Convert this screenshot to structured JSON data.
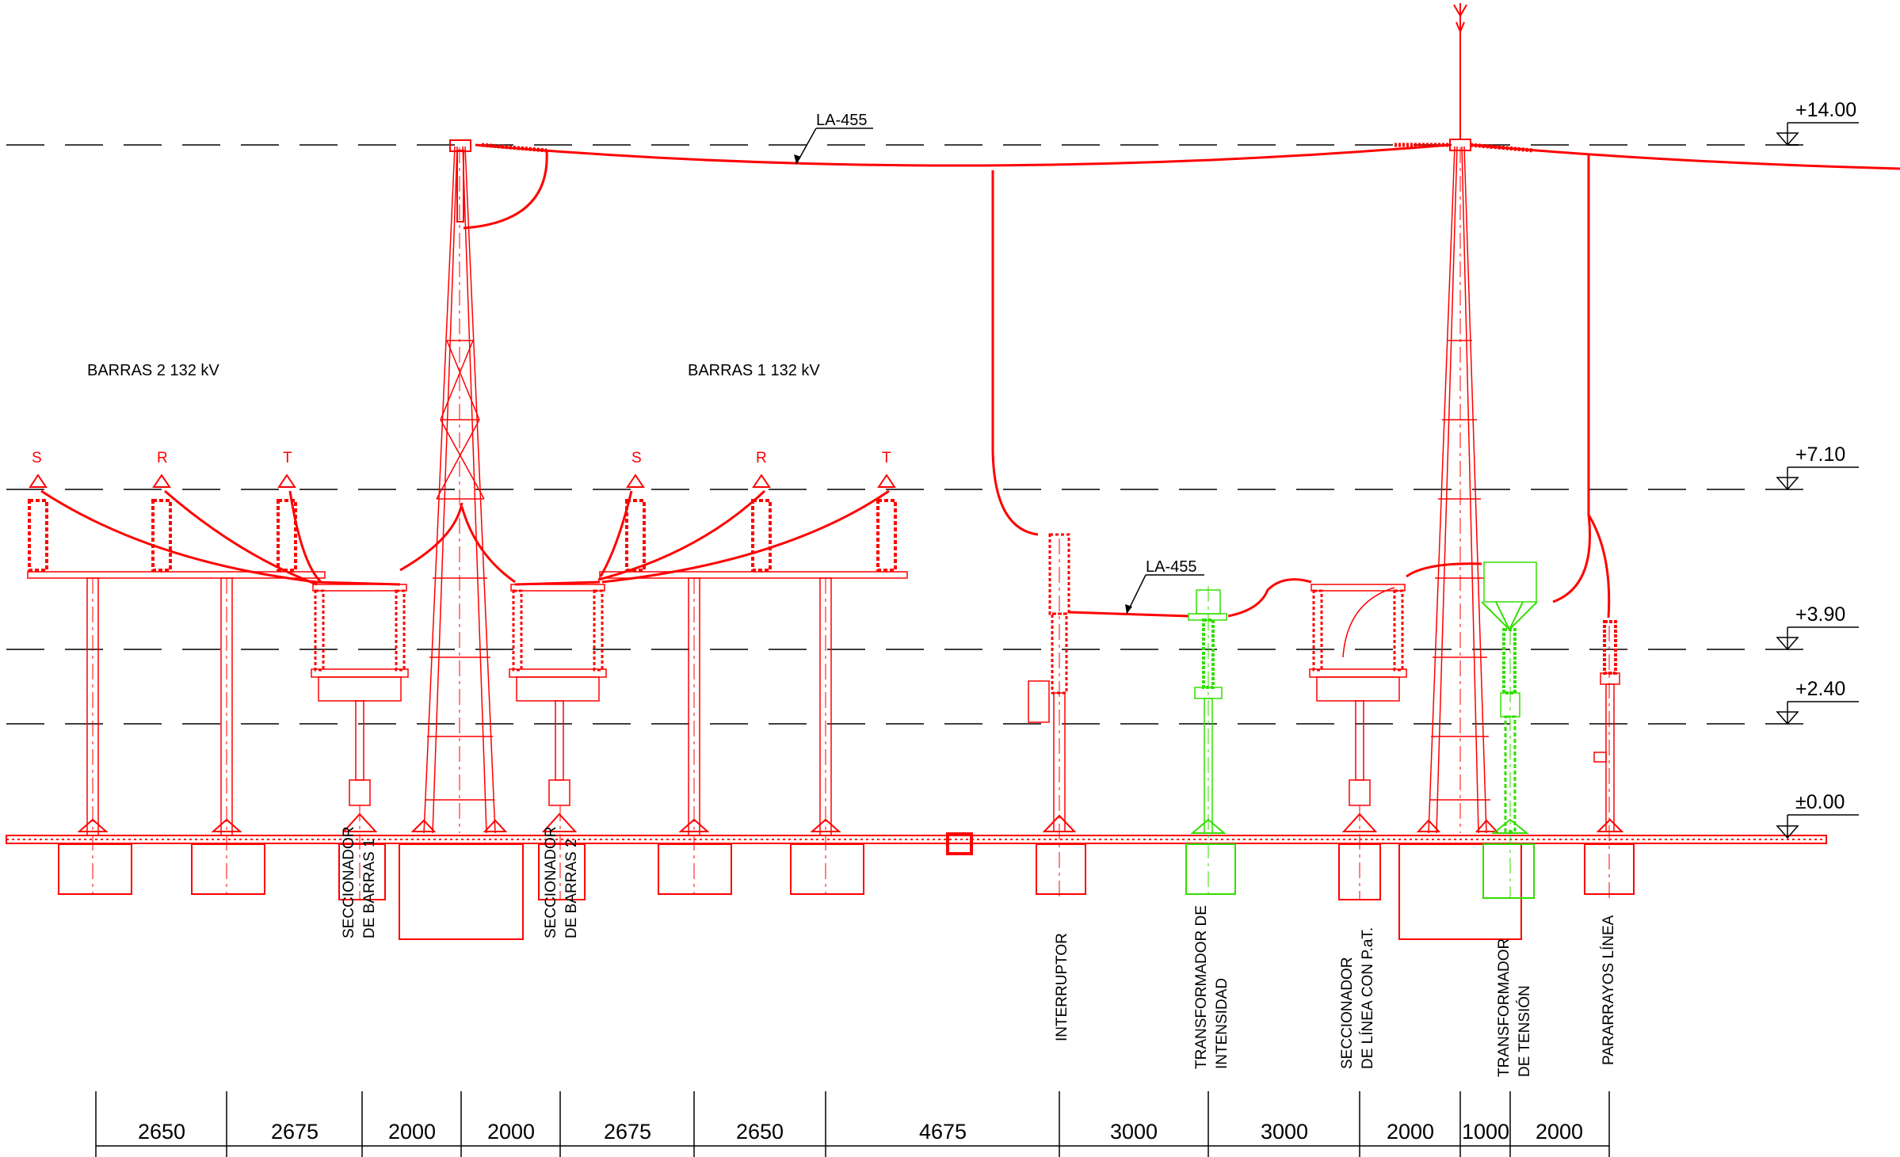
{
  "colors": {
    "red": "#ff0000",
    "green": "#33dd00",
    "black": "#000000"
  },
  "bus_labels": [
    "BARRAS  2  132  kV",
    "BARRAS  1  132  kV"
  ],
  "phases": [
    "S",
    "R",
    "T",
    "S",
    "R",
    "T"
  ],
  "conductor_labels": [
    "LA-455",
    "LA-455"
  ],
  "levels": [
    "+14.00",
    "+7.10",
    "+3.90",
    "+2.40",
    "±0.00"
  ],
  "equipment_labels": [
    [
      "SECCIONADOR",
      "DE BARRAS 1"
    ],
    [
      "SECCIONADOR",
      "DE BARRAS 2"
    ],
    [
      "INTERRUPTOR"
    ],
    [
      "TRANSFORMADOR DE",
      "INTENSIDAD"
    ],
    [
      "SECCIONADOR",
      "DE LÍNEA CON P.aT."
    ],
    [
      "TRANSFORMADOR",
      "DE TENSIÓN"
    ],
    [
      "PARARRAYOS LÍNEA"
    ]
  ],
  "dimensions": [
    "2650",
    "2675",
    "2000",
    "2000",
    "2675",
    "2650",
    "4675",
    "3000",
    "3000",
    "2000",
    "1000",
    "2000"
  ]
}
